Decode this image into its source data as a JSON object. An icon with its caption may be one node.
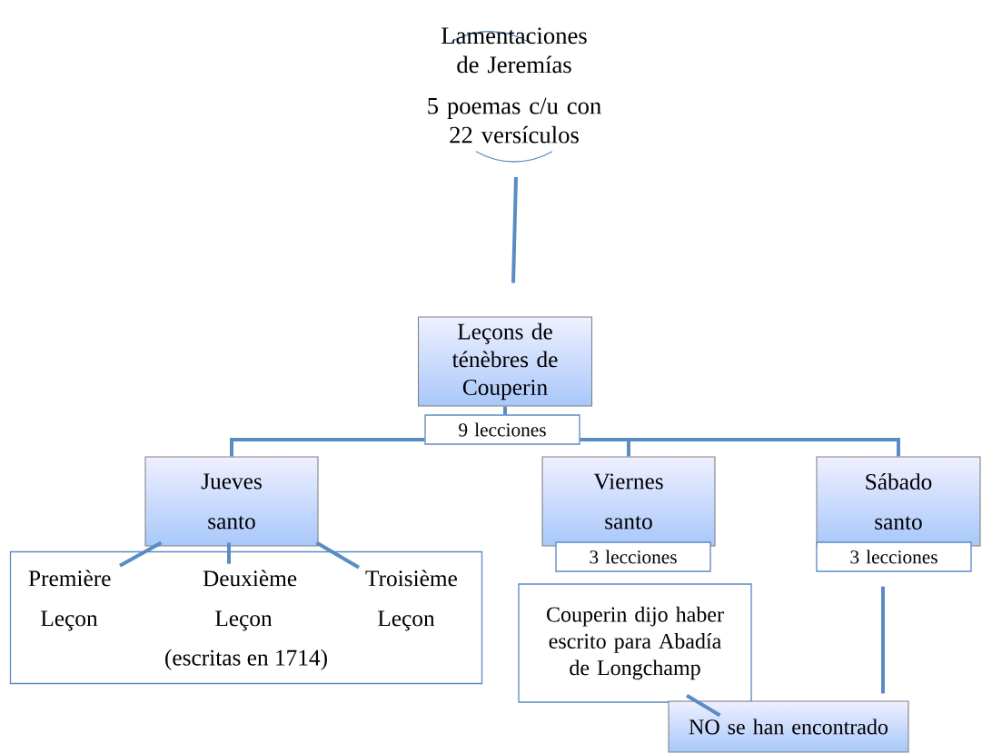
{
  "diagram": {
    "nodes": [
      {
        "text": [
          "Lamentaciones de Jeremías",
          "5 poemas c/u con 22 versículos"
        ]
      },
      {
        "text": [
          "Leçons de ténèbres de Couperin"
        ]
      },
      {
        "text": [
          "9 lecciones"
        ]
      },
      {
        "text": [
          "Jueves santo"
        ]
      },
      {
        "text": [
          "Viernes santo"
        ]
      },
      {
        "text": [
          "3 lecciones"
        ]
      },
      {
        "text": [
          "Sábado santo"
        ]
      },
      {
        "text": [
          "3 lecciones"
        ]
      },
      {
        "text": [
          "(escritas en 1714)"
        ]
      },
      {
        "text": [
          "Première Leçon"
        ],
        "in": 8
      },
      {
        "text": [
          "Deuxième Leçon"
        ],
        "in": 8
      },
      {
        "text": [
          "Troisième Leçon"
        ],
        "in": 8
      },
      {
        "text": [
          "Couperin dijo haber escrito para Abadía de Longchamp"
        ]
      },
      {
        "text": [
          "NO se han encontrado"
        ]
      }
    ],
    "edges": [
      {
        "from": 0,
        "to": 1,
        "arrow": "none"
      },
      {
        "from": 1,
        "to": 2,
        "arrow": "none"
      },
      {
        "from": 2,
        "to": 3,
        "arrow": "none"
      },
      {
        "from": 2,
        "to": 4,
        "arrow": "none"
      },
      {
        "from": 2,
        "to": 6,
        "arrow": "none"
      },
      {
        "from": 3,
        "to": 9,
        "arrow": "none"
      },
      {
        "from": 3,
        "to": 10,
        "arrow": "none"
      },
      {
        "from": 3,
        "to": 11,
        "arrow": "none"
      },
      {
        "from": 12,
        "to": 13,
        "arrow": "none"
      },
      {
        "from": 7,
        "to": 13,
        "arrow": "none"
      }
    ]
  }
}
